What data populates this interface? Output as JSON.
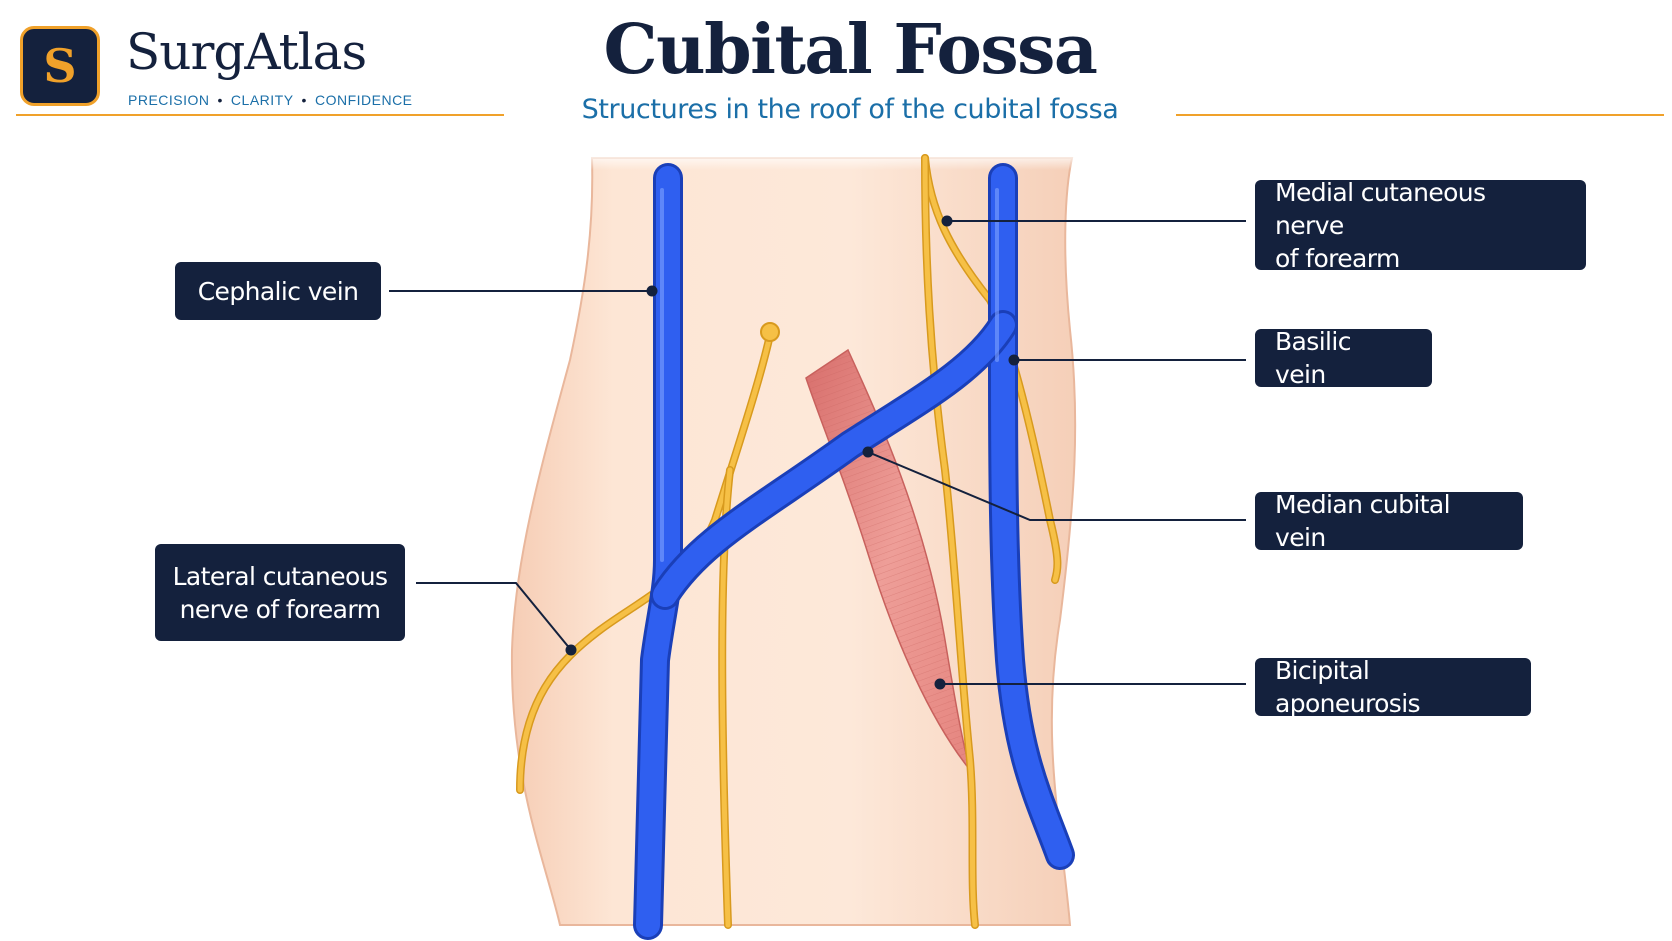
{
  "brand": {
    "logo_letter": "S",
    "name": "SurgAtlas",
    "tagline": [
      "PRECISION",
      "CLARITY",
      "CONFIDENCE"
    ]
  },
  "title": "Cubital Fossa",
  "subtitle": "Structures in the roof of the cubital fossa",
  "labels": {
    "cephalic_vein": "Cephalic vein",
    "lateral_cutaneous": [
      "Lateral cutaneous",
      "nerve of forearm"
    ],
    "medial_cutaneous": [
      "Medial cutaneous nerve",
      "of forearm"
    ],
    "basilic_vein": "Basilic vein",
    "median_cubital_vein": "Median cubital vein",
    "bicipital_aponeurosis": "Bicipital aponeurosis"
  },
  "colors": {
    "navy": "#14213d",
    "accent_orange": "#f0a12a",
    "subtitle_blue": "#1b6fa8",
    "vein_blue": "#2a55e0",
    "nerve_yellow": "#f2b430",
    "muscle_red": "#e58a86",
    "skin": "#fbe3d1"
  }
}
